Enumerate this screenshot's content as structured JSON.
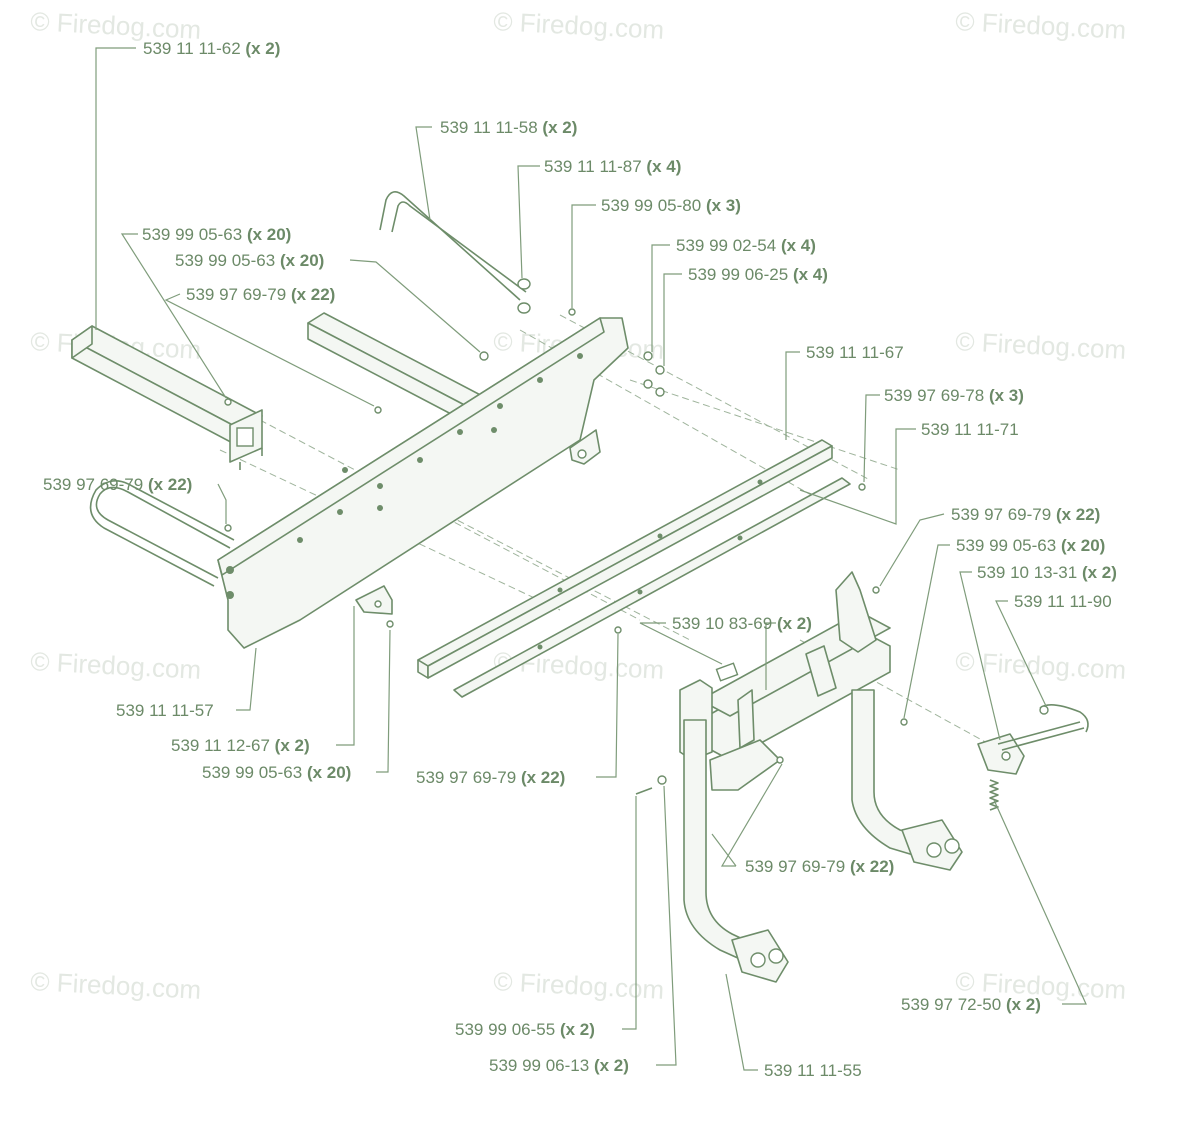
{
  "watermark": "© Firedog.com",
  "callouts": [
    {
      "part": "539 11 11-62",
      "qty": "(x 2)"
    },
    {
      "part": "539 11 11-58",
      "qty": "(x 2)"
    },
    {
      "part": "539 11 11-87",
      "qty": "(x 4)"
    },
    {
      "part": "539 99 05-80",
      "qty": "(x 3)"
    },
    {
      "part": "539 99 02-54",
      "qty": "(x 4)"
    },
    {
      "part": "539 99 06-25",
      "qty": "(x 4)"
    },
    {
      "part": "539 99 05-63",
      "qty": "(x 20)"
    },
    {
      "part": "539 99 05-63",
      "qty": "(x 20)"
    },
    {
      "part": "539 97 69-79",
      "qty": "(x 22)"
    },
    {
      "part": "539 11 11-67",
      "qty": ""
    },
    {
      "part": "539 97 69-78",
      "qty": "(x 3)"
    },
    {
      "part": "539 11 11-71",
      "qty": ""
    },
    {
      "part": "539 97 69-79",
      "qty": "(x 22)"
    },
    {
      "part": "539 97 69-79",
      "qty": "(x 22)"
    },
    {
      "part": "539 99 05-63",
      "qty": "(x 20)"
    },
    {
      "part": "539 10 13-31",
      "qty": "(x 2)"
    },
    {
      "part": "539 11 11-90",
      "qty": ""
    },
    {
      "part": "539 10 83-69",
      "qty": "(x 2)"
    },
    {
      "part": "539 11 11-57",
      "qty": ""
    },
    {
      "part": "539 11 12-67",
      "qty": "(x 2)"
    },
    {
      "part": "539 99 05-63",
      "qty": "(x 20)"
    },
    {
      "part": "539 97 69-79",
      "qty": "(x 22)"
    },
    {
      "part": "539 97 69-79",
      "qty": "(x 22)"
    },
    {
      "part": "539 97 72-50",
      "qty": "(x 2)"
    },
    {
      "part": "539 99 06-55",
      "qty": "(x 2)"
    },
    {
      "part": "539 99 06-13",
      "qty": "(x 2)"
    },
    {
      "part": "539 11 11-55",
      "qty": ""
    }
  ]
}
